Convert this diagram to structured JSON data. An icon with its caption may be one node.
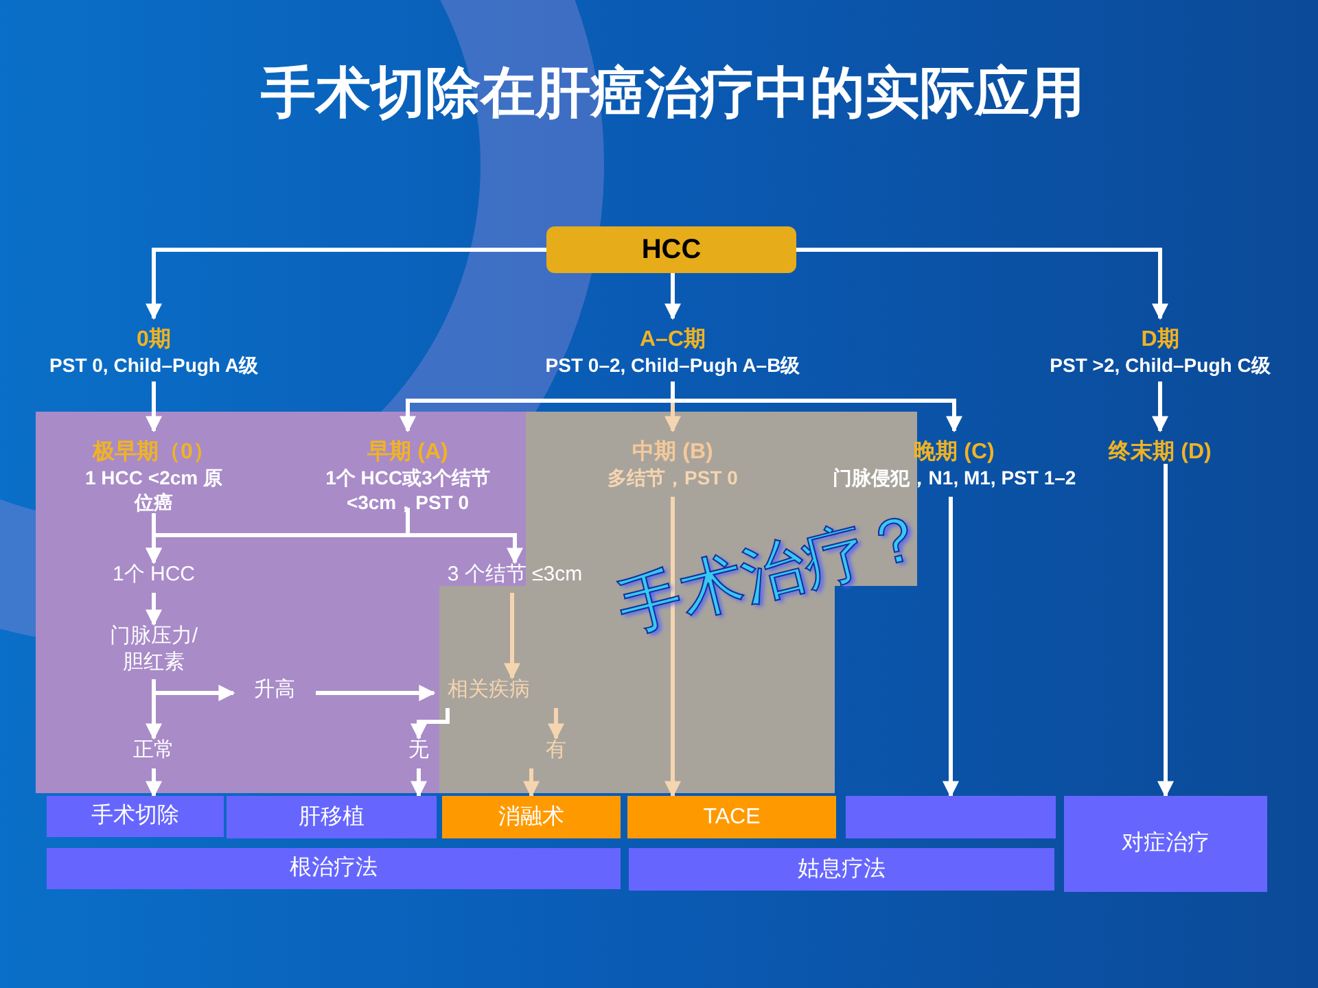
{
  "diagram": {
    "title": "手术切除在肝癌治疗中的实际应用",
    "nodes": [
      {
        "text": [
          "HCC"
        ]
      },
      {
        "text": [
          "0期",
          "PST 0, Child–Pugh A级"
        ]
      },
      {
        "text": [
          "A–C期",
          "PST 0–2, Child–Pugh A–B级"
        ]
      },
      {
        "text": [
          "D期",
          "PST >2, Child–Pugh C级"
        ]
      },
      {
        "text": [
          "极早期（0）",
          "1 HCC <2cm 原位癌"
        ]
      },
      {
        "text": [
          "早期 (A)",
          "1个 HCC或3个结节 <3cm，PST 0"
        ]
      },
      {
        "text": [
          "中期 (B)",
          "多结节，PST 0"
        ]
      },
      {
        "text": [
          "晚期 (C)",
          "门脉侵犯，N1, M1, PST 1–2"
        ]
      },
      {
        "text": [
          "终末期 (D)"
        ]
      },
      {
        "text": [
          "1个 HCC"
        ]
      },
      {
        "text": [
          "3 个结节 ≤3cm"
        ]
      },
      {
        "text": [
          "门脉压力/ 胆红素"
        ]
      },
      {
        "text": [
          "升高"
        ]
      },
      {
        "text": [
          "相关疾病"
        ]
      },
      {
        "text": [
          "正常"
        ]
      },
      {
        "text": [
          "无"
        ]
      },
      {
        "text": [
          "有"
        ]
      },
      {
        "text": [
          "手术切除"
        ]
      },
      {
        "text": [
          "肝移植"
        ]
      },
      {
        "text": [
          "消融术"
        ]
      },
      {
        "text": [
          "TACE"
        ]
      },
      {
        "text": [],
        "shape": "box"
      },
      {
        "text": [
          "对症治疗"
        ]
      },
      {
        "text": [
          "根治疗法"
        ]
      },
      {
        "text": [
          "姑息疗法"
        ]
      }
    ],
    "edges": [
      {
        "from": 0,
        "to": 1,
        "arrow": "to"
      },
      {
        "from": 0,
        "to": 2,
        "arrow": "to"
      },
      {
        "from": 0,
        "to": 3,
        "arrow": "to"
      },
      {
        "from": 1,
        "to": 4,
        "arrow": "to"
      },
      {
        "from": 2,
        "to": 5,
        "arrow": "to"
      },
      {
        "from": 2,
        "to": 6,
        "arrow": "to",
        "color": "#f5d5b0"
      },
      {
        "from": 2,
        "to": 7,
        "arrow": "to"
      },
      {
        "from": 3,
        "to": 8,
        "arrow": "to"
      },
      {
        "from": 4,
        "to": 9,
        "arrow": "to"
      },
      {
        "from": 5,
        "to": 9,
        "arrow": "to"
      },
      {
        "from": 5,
        "to": 10,
        "arrow": "to"
      },
      {
        "from": 9,
        "to": 11,
        "arrow": "to"
      },
      {
        "from": 11,
        "to": 12,
        "arrow": "to"
      },
      {
        "from": 11,
        "to": 14,
        "arrow": "to"
      },
      {
        "from": 12,
        "to": 13,
        "arrow": "to"
      },
      {
        "from": 10,
        "to": 13,
        "arrow": "to",
        "color": "#f5d5b0"
      },
      {
        "from": 13,
        "to": 15,
        "arrow": "to"
      },
      {
        "from": 13,
        "to": 16,
        "arrow": "to",
        "color": "#f5d5b0"
      },
      {
        "from": 14,
        "to": 17,
        "arrow": "to"
      },
      {
        "from": 15,
        "to": 18,
        "arrow": "to"
      },
      {
        "from": 16,
        "to": 19,
        "arrow": "to",
        "color": "#f5d5b0"
      },
      {
        "from": 6,
        "to": 20,
        "arrow": "to",
        "color": "#f5d5b0"
      },
      {
        "from": 7,
        "to": 21,
        "arrow": "to"
      },
      {
        "from": 8,
        "to": 22,
        "arrow": "to"
      }
    ],
    "labels": [
      "手术治疗？"
    ]
  }
}
